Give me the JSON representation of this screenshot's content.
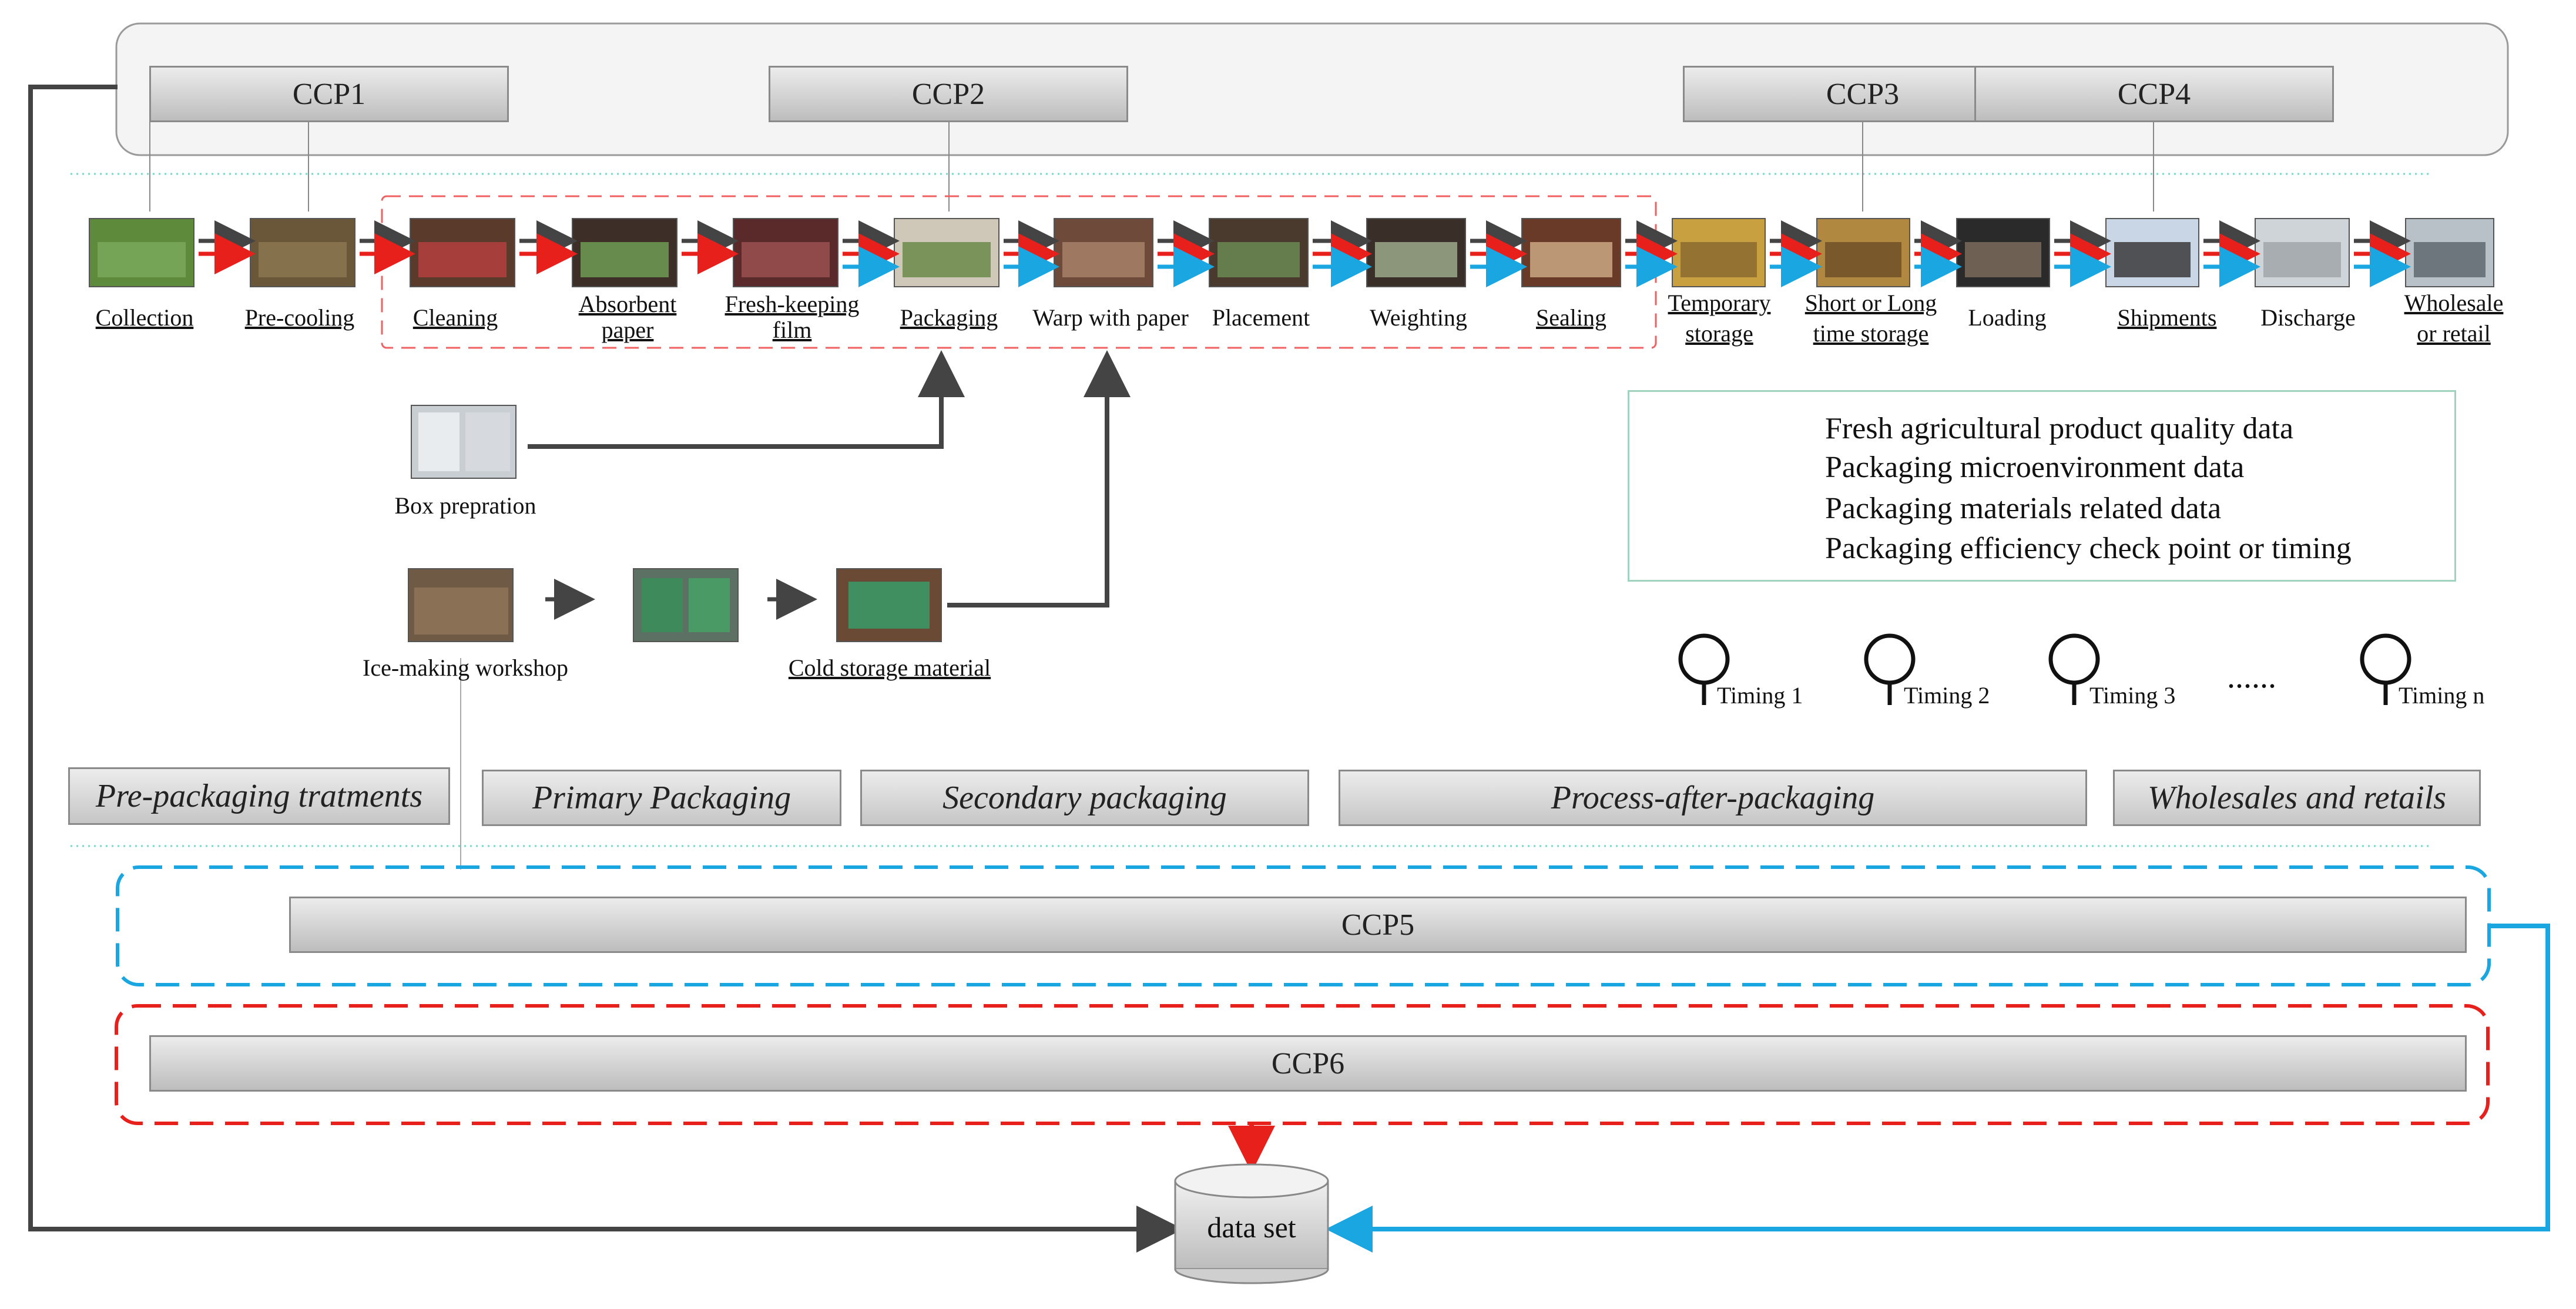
{
  "ccp_labels": [
    "CCP1",
    "CCP2",
    "CCP3",
    "CCP4",
    "CCP5",
    "CCP6"
  ],
  "steps": [
    {
      "label": "Collection",
      "underline": true,
      "photo": "field-harvest-photo"
    },
    {
      "label": "Pre-cooling",
      "underline": true,
      "photo": "precooling-photo"
    },
    {
      "label": "Cleaning",
      "underline": true,
      "photo": "cleaning-photo"
    },
    {
      "label": "Absorbent paper",
      "underline": true,
      "photo": "absorbent-paper-photo"
    },
    {
      "label": "Fresh-keeping film",
      "underline": true,
      "photo": "fresh-keeping-film-photo"
    },
    {
      "label": "Packaging",
      "underline": true,
      "photo": "packaging-photo"
    },
    {
      "label": "Warp with paper",
      "underline": false,
      "photo": "wrap-paper-photo"
    },
    {
      "label": "Placement",
      "underline": false,
      "photo": "placement-photo"
    },
    {
      "label": "Weighting",
      "underline": false,
      "photo": "weighting-photo"
    },
    {
      "label": "Sealing",
      "underline": true,
      "photo": "sealing-photo"
    },
    {
      "label": "Temporary storage",
      "underline": true,
      "photo": "temporary-storage-photo"
    },
    {
      "label": "Short or Long time storage",
      "underline": true,
      "photo": "storage-photo"
    },
    {
      "label": "Loading",
      "underline": false,
      "photo": "loading-photo"
    },
    {
      "label": "Shipments",
      "underline": true,
      "photo": "truck-photo"
    },
    {
      "label": "Discharge",
      "underline": false,
      "photo": "discharge-photo"
    },
    {
      "label": "Wholesale or retail",
      "underline": true,
      "photo": "retail-photo"
    }
  ],
  "side_steps": {
    "box_preparation": "Box prepration",
    "ice_workshop": "Ice-making workshop",
    "cold_storage": "Cold storage material"
  },
  "stages": [
    "Pre-packaging tratments",
    "Primary Packaging",
    "Secondary packaging",
    "Process-after-packaging",
    "Wholesales and retails"
  ],
  "legend": [
    {
      "text": "Fresh agricultural product quality data",
      "color": "#444444"
    },
    {
      "text": "Packaging microenvironment data",
      "color": "#e8201c"
    },
    {
      "text": "Packaging materials related data",
      "color": "#1aa6e0"
    },
    {
      "text": "Packaging efficiency check point or timing",
      "color": "#111111"
    }
  ],
  "timings": [
    "Timing 1",
    "Timing 2",
    "Timing 3",
    "......",
    "Timing n"
  ],
  "dataset_label": "data set",
  "colors": {
    "quality": "#444444",
    "micro": "#e8201c",
    "material": "#1aa6e0",
    "legend_border": "#9fd3bf",
    "divider": "#7fd4c4"
  }
}
